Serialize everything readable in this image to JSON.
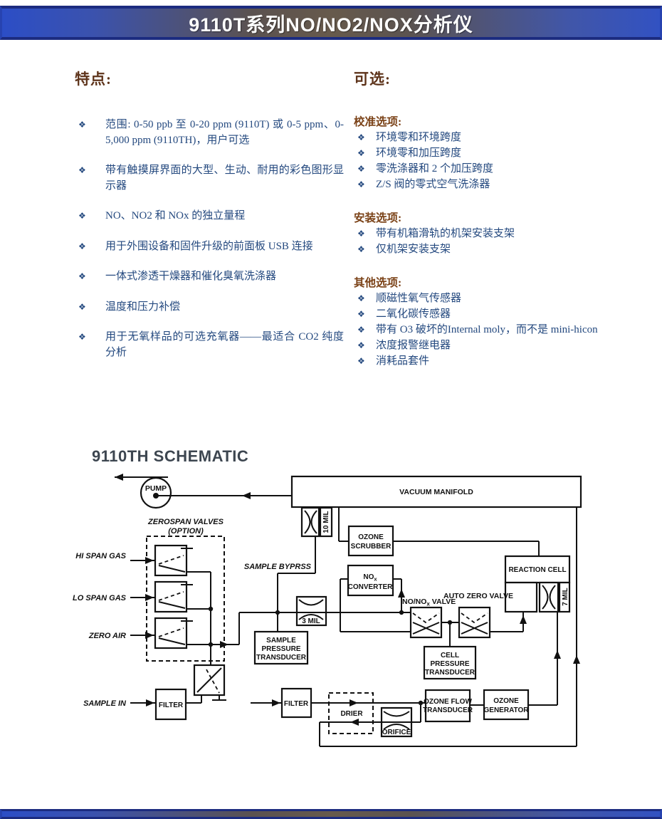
{
  "bullet": "❖",
  "header": {
    "title": "9110T系列NO/NO2/NOX分析仪"
  },
  "features": {
    "heading": "特点:",
    "items": [
      "范围: 0-50 ppb 至 0-20 ppm (9110T) 或 0-5 ppm、0-5,000 ppm (9110TH)，用户可选",
      "带有触摸屏界面的大型、生动、耐用的彩色图形显示器",
      "NO、NO2 和 NOx 的独立量程",
      "用于外围设备和固件升级的前面板 USB 连接",
      "一体式渗透干燥器和催化臭氧洗涤器",
      "温度和压力补偿",
      "用于无氧样品的可选充氧器——最适合 CO2 纯度分析"
    ]
  },
  "options": {
    "heading": "可选:",
    "groups": [
      {
        "title": "校准选项:",
        "items": [
          "环境零和环境跨度",
          "环境零和加压跨度",
          "零洗涤器和 2 个加压跨度",
          "Z/S 阀的零式空气洗涤器"
        ]
      },
      {
        "title": "安装选项:",
        "items": [
          "带有机箱滑轨的机架安装支架",
          "仅机架安装支架"
        ]
      },
      {
        "title": "其他选项:",
        "items": [
          "顺磁性氧气传感器",
          "二氧化碳传感器",
          "带有 O3 破坏的Internal moly，而不是 mini-hicon",
          "浓度报警继电器",
          "消耗品套件"
        ]
      }
    ]
  },
  "schematic": {
    "title": "9110TH SCHEMATIC",
    "labels": {
      "pump": "PUMP",
      "vacuum_manifold": "VACUUM MANIFOLD",
      "zerospan_1": "ZEROSPAN VALVES",
      "zerospan_2": "(OPTION)",
      "hi_span_gas": "HI SPAN GAS",
      "lo_span_gas": "LO SPAN GAS",
      "zero_air": "ZERO AIR",
      "sample_in": "SAMPLE IN",
      "sample_byprss": "SAMPLE BYPRSS",
      "mil10": "10 MIL",
      "mil7": "7 MIL",
      "mil3": "3 MIL",
      "ozone": "OZONE",
      "scrubber": "SCRUBBER",
      "no": "NO",
      "sub_x": "x",
      "converter": "CONVERTER",
      "nonox_prefix": "NO/NO",
      "valve_suffix": " VALVE",
      "auto_zero_valve": "AUTO ZERO VALVE",
      "reaction_cell": "REACTION CELL",
      "sample_w": "SAMPLE",
      "pressure": "PRESSURE",
      "transducer": "TRANSDUCER",
      "cell": "CELL",
      "ozone_flow": "OZONE FLOW",
      "generator": "GENERATOR",
      "filter": "FILTER",
      "drier": "DRIER",
      "orifice": "ORIFICE"
    }
  }
}
